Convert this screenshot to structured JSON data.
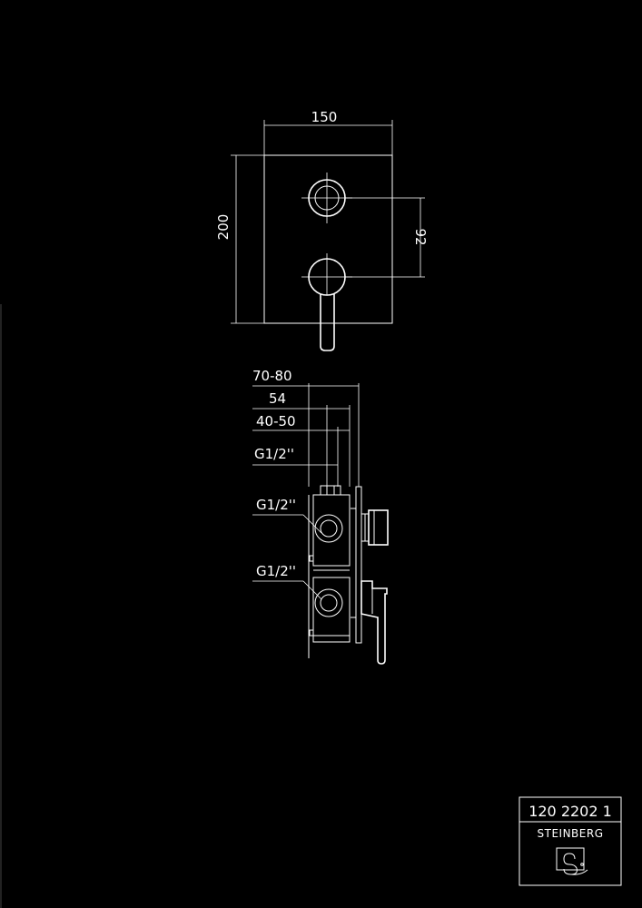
{
  "front_view": {
    "width_label": "150",
    "height_label": "200",
    "spacing_label": "92"
  },
  "side_view": {
    "depth_range_label": "70-80",
    "depth_label": "54",
    "inner_range_label": "40-50",
    "thread_top_label": "G1/2''",
    "thread_mid_label": "G1/2''",
    "thread_bottom_label": "G1/2''"
  },
  "title_block": {
    "article_number": "120 2202 1",
    "brand": "STEINBERG"
  }
}
